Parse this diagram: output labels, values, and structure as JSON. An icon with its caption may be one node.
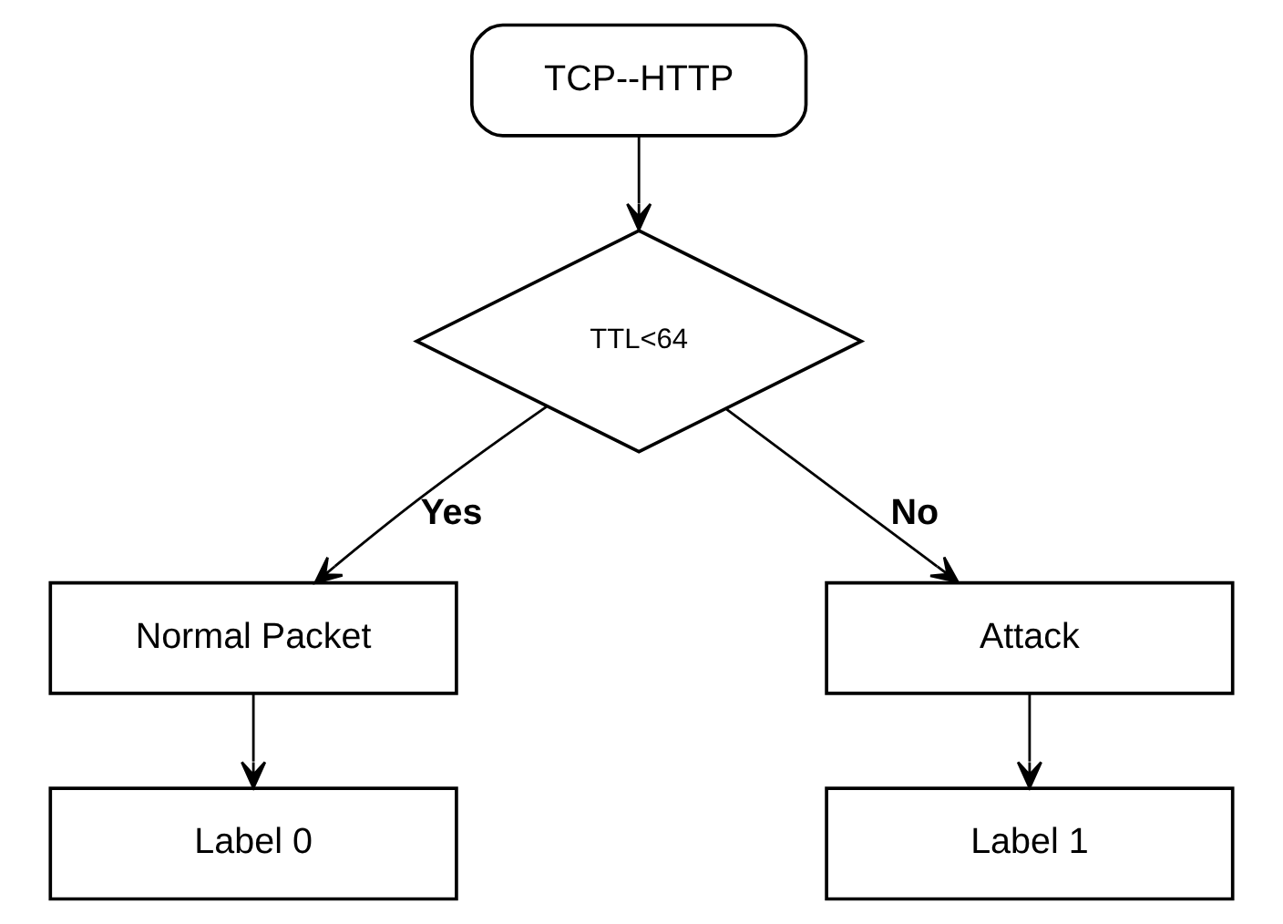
{
  "diagram": {
    "nodes": [
      {
        "text": [
          "TCP--HTTP"
        ]
      },
      {
        "text": [
          "TTL<64"
        ]
      },
      {
        "text": [
          "Normal Packet"
        ]
      },
      {
        "text": [
          "Attack"
        ]
      },
      {
        "text": [
          "Label 0"
        ]
      },
      {
        "text": [
          "Label 1"
        ]
      }
    ],
    "edges": [
      {
        "from": 0,
        "to": 1,
        "arrow": "to"
      },
      {
        "from": 1,
        "to": 2,
        "arrow": "to",
        "label": "Yes"
      },
      {
        "from": 1,
        "to": 3,
        "arrow": "to",
        "label": "No"
      },
      {
        "from": 2,
        "to": 4,
        "arrow": "to"
      },
      {
        "from": 3,
        "to": 5,
        "arrow": "to"
      }
    ]
  }
}
